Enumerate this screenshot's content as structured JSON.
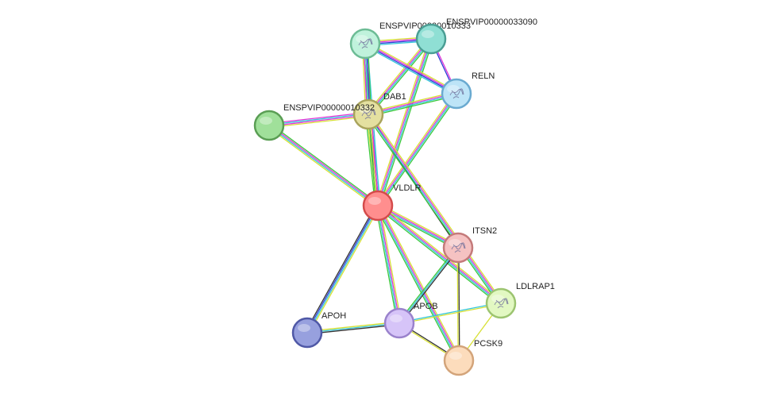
{
  "network": {
    "nodes": [
      {
        "id": "VLDLR",
        "label": "VLDLR",
        "fill": "#ff8e8e",
        "stroke": "#d44b4b",
        "icon": "none"
      },
      {
        "id": "DAB1",
        "label": "DAB1",
        "fill": "#e4e0a0",
        "stroke": "#a9a45c",
        "icon": "protein-structure-icon"
      },
      {
        "id": "ENSPVIP00000010332",
        "label": "ENSPVIP00000010332",
        "fill": "#a0e09a",
        "stroke": "#5a9e54",
        "icon": "none"
      },
      {
        "id": "ENSPVIP00000010333",
        "label": "ENSPVIP00000010333",
        "fill": "#c0f2dc",
        "stroke": "#6dbc95",
        "icon": "protein-structure-icon"
      },
      {
        "id": "ENSPVIP00000033090",
        "label": "ENSPVIP00000033090",
        "fill": "#8fdfd4",
        "stroke": "#4a9e94",
        "icon": "none"
      },
      {
        "id": "RELN",
        "label": "RELN",
        "fill": "#bde4f7",
        "stroke": "#6aaad0",
        "icon": "protein-structure-icon"
      },
      {
        "id": "ITSN2",
        "label": "ITSN2",
        "fill": "#f5c2c2",
        "stroke": "#c47a7a",
        "icon": "protein-structure-icon"
      },
      {
        "id": "LDLRAP1",
        "label": "LDLRAP1",
        "fill": "#e2f8c2",
        "stroke": "#9cc470",
        "icon": "protein-structure-icon"
      },
      {
        "id": "APOH",
        "label": "APOH",
        "fill": "#97a0de",
        "stroke": "#4f58a6",
        "icon": "none"
      },
      {
        "id": "APOB",
        "label": "APOB",
        "fill": "#d6c4f8",
        "stroke": "#9a82cc",
        "icon": "none"
      },
      {
        "id": "PCSK9",
        "label": "PCSK9",
        "fill": "#fcdcbc",
        "stroke": "#d3a47a",
        "icon": "none"
      }
    ],
    "edges": [
      {
        "source": "VLDLR",
        "target": "DAB1",
        "channels": [
          "#3cc83c",
          "#d7e034",
          "#2a3ad6",
          "#e034d7",
          "#33c6d8"
        ]
      },
      {
        "source": "VLDLR",
        "target": "ENSPVIP00000010332",
        "channels": [
          "#d7e034",
          "#33c6d8",
          "#e034d7",
          "#3cc83c"
        ]
      },
      {
        "source": "VLDLR",
        "target": "ENSPVIP00000010333",
        "channels": [
          "#3cc83c",
          "#d7e034",
          "#e034d7",
          "#33c6d8"
        ]
      },
      {
        "source": "VLDLR",
        "target": "ENSPVIP00000033090",
        "channels": [
          "#d7e034",
          "#e034d7",
          "#33c6d8",
          "#3cc83c"
        ]
      },
      {
        "source": "VLDLR",
        "target": "RELN",
        "channels": [
          "#d7e034",
          "#e034d7",
          "#33c6d8",
          "#3cc83c"
        ]
      },
      {
        "source": "VLDLR",
        "target": "ITSN2",
        "channels": [
          "#d7e034",
          "#e034d7",
          "#33c6d8",
          "#3cc83c"
        ]
      },
      {
        "source": "VLDLR",
        "target": "LDLRAP1",
        "channels": [
          "#d7e034",
          "#e034d7",
          "#33c6d8",
          "#3cc83c"
        ]
      },
      {
        "source": "VLDLR",
        "target": "APOH",
        "channels": [
          "#d7e034",
          "#33c6d8",
          "#2a3ad6",
          "#333333"
        ]
      },
      {
        "source": "VLDLR",
        "target": "APOB",
        "channels": [
          "#d7e034",
          "#e034d7",
          "#33c6d8",
          "#3cc83c"
        ]
      },
      {
        "source": "VLDLR",
        "target": "PCSK9",
        "channels": [
          "#d7e034",
          "#e034d7",
          "#33c6d8",
          "#3cc83c"
        ]
      },
      {
        "source": "DAB1",
        "target": "ENSPVIP00000010332",
        "channels": [
          "#d7e034",
          "#e034d7",
          "#33c6d8",
          "#e034d7"
        ]
      },
      {
        "source": "DAB1",
        "target": "ENSPVIP00000010333",
        "channels": [
          "#d7e034",
          "#e034d7",
          "#33c6d8",
          "#2a3ad6",
          "#3cc83c"
        ]
      },
      {
        "source": "DAB1",
        "target": "ENSPVIP00000033090",
        "channels": [
          "#d7e034",
          "#e034d7",
          "#33c6d8",
          "#3cc83c"
        ]
      },
      {
        "source": "DAB1",
        "target": "RELN",
        "channels": [
          "#d7e034",
          "#e034d7",
          "#33c6d8",
          "#3cc83c"
        ]
      },
      {
        "source": "DAB1",
        "target": "ITSN2",
        "channels": [
          "#333333"
        ]
      },
      {
        "source": "DAB1",
        "target": "LDLRAP1",
        "channels": [
          "#d7e034",
          "#e034d7",
          "#33c6d8",
          "#3cc83c"
        ]
      },
      {
        "source": "ENSPVIP00000010333",
        "target": "ENSPVIP00000033090",
        "channels": [
          "#d7e034",
          "#e034d7",
          "#2a3ad6",
          "#33c6d8"
        ]
      },
      {
        "source": "ENSPVIP00000010333",
        "target": "RELN",
        "channels": [
          "#d7e034",
          "#e034d7",
          "#2a3ad6",
          "#33c6d8"
        ]
      },
      {
        "source": "ENSPVIP00000033090",
        "target": "RELN",
        "channels": [
          "#e034d7",
          "#2a3ad6"
        ]
      },
      {
        "source": "ITSN2",
        "target": "APOB",
        "channels": [
          "#333333",
          "#33c6d8",
          "#3cc83c"
        ]
      },
      {
        "source": "ITSN2",
        "target": "PCSK9",
        "channels": [
          "#333333",
          "#d7e034"
        ]
      },
      {
        "source": "APOH",
        "target": "APOB",
        "channels": [
          "#d7e034",
          "#33c6d8",
          "#333333"
        ]
      },
      {
        "source": "APOB",
        "target": "LDLRAP1",
        "channels": [
          "#33c6d8",
          "#d7e034"
        ]
      },
      {
        "source": "APOB",
        "target": "PCSK9",
        "channels": [
          "#333333",
          "#d7e034"
        ]
      },
      {
        "source": "LDLRAP1",
        "target": "PCSK9",
        "channels": [
          "#d7e034"
        ]
      }
    ]
  }
}
